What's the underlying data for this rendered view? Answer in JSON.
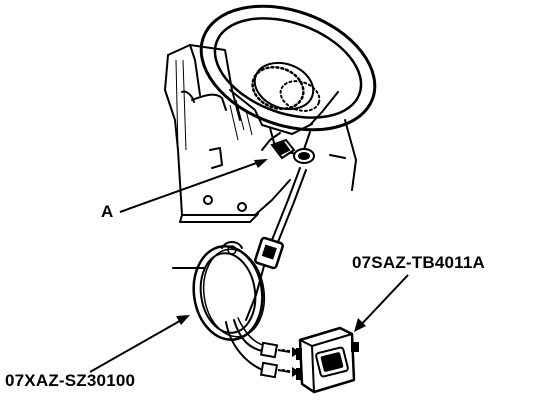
{
  "labels": {
    "part_a": "A",
    "tool_box": "07SAZ-TB4011A",
    "tool_harness": "07XAZ-SZ30100"
  }
}
